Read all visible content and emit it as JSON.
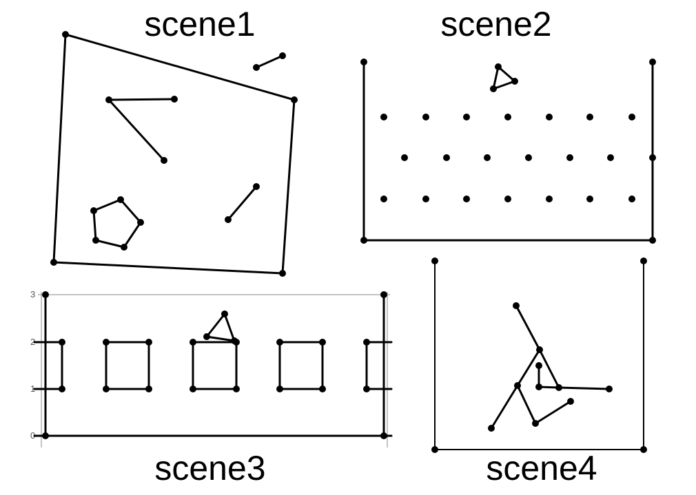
{
  "scenes": [
    {
      "id": "scene1",
      "title": "scene1"
    },
    {
      "id": "scene2",
      "title": "scene2"
    },
    {
      "id": "scene3",
      "title": "scene3",
      "y_ticks": [
        "0",
        "1",
        "2",
        "3"
      ]
    },
    {
      "id": "scene4",
      "title": "scene4"
    }
  ]
}
